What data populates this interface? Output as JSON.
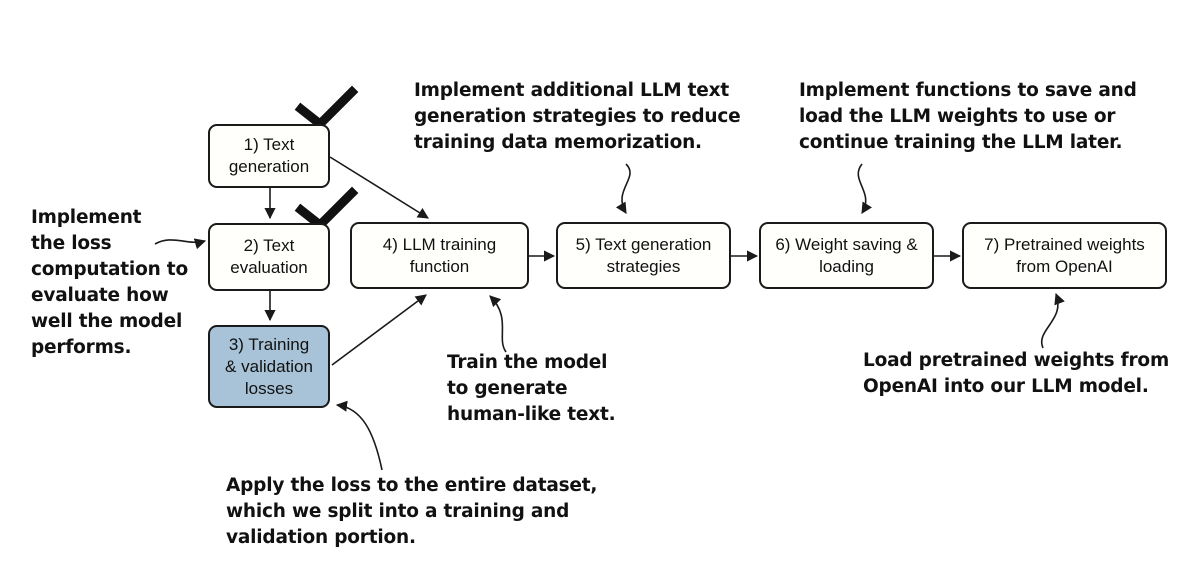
{
  "steps": [
    {
      "label": "1) Text\ngeneration",
      "done": true
    },
    {
      "label": "2) Text\nevaluation",
      "done": true
    },
    {
      "label": "3) Training\n& validation\nlosses",
      "highlighted": true,
      "highlight_color": "#a8c3d7"
    },
    {
      "label": "4) LLM training\nfunction"
    },
    {
      "label": "5) Text generation\nstrategies"
    },
    {
      "label": "6) Weight saving &\nloading"
    },
    {
      "label": "7) Pretrained weights\nfrom OpenAI"
    }
  ],
  "notes": {
    "loss": "Implement\nthe loss\ncomputation to\nevaluate how\nwell the model\nperforms.",
    "strategies": "Implement additional LLM text\ngeneration strategies to reduce\ntraining data memorization.",
    "weights": "Implement functions to save and\nload the LLM weights to use or\ncontinue training the LLM later.",
    "train": "Train the model\nto generate\nhuman-like text.",
    "pretrained": "Load pretrained weights from\nOpenAI into our LLM model.",
    "dataset": "Apply the loss to the entire dataset,\nwhich we split into a training and\nvalidation portion."
  },
  "icons": {
    "completed": "checkmark-icon"
  },
  "colors": {
    "stroke": "#1a1a1a",
    "highlight": "#a8c3d7"
  }
}
